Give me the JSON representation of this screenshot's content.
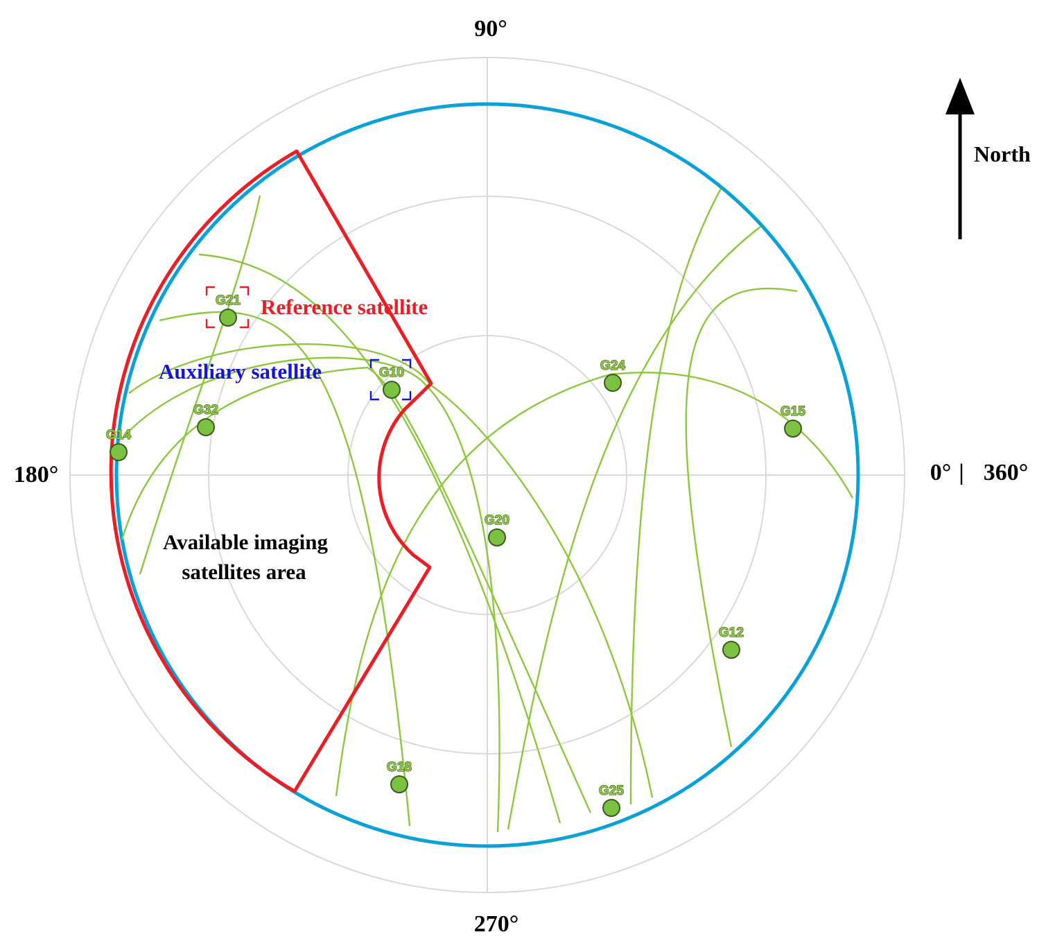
{
  "angle_labels": {
    "top": "90°",
    "left": "180°",
    "bottom": "270°",
    "right_zero": "0°",
    "right_sep": "|",
    "right_full": "360°"
  },
  "north_label": "North",
  "annotations": {
    "reference": "Reference satellite",
    "auxiliary": "Auxiliary satellite",
    "area_line1": "Available  imaging",
    "area_line2": "satellites area"
  },
  "satellites": [
    "G21",
    "G10",
    "G32",
    "G14",
    "G24",
    "G15",
    "G20",
    "G12",
    "G18",
    "G25"
  ],
  "colors": {
    "grid": "#d9d9d9",
    "horizon": "#0aa0d8",
    "track": "#8cc83c",
    "sat_fill": "#7cc242",
    "sat_stroke": "#3c5a1e",
    "region": "#ee1c24",
    "reference_box": "#ee1c24",
    "auxiliary_box": "#1515d8",
    "arrow": "#000000"
  }
}
